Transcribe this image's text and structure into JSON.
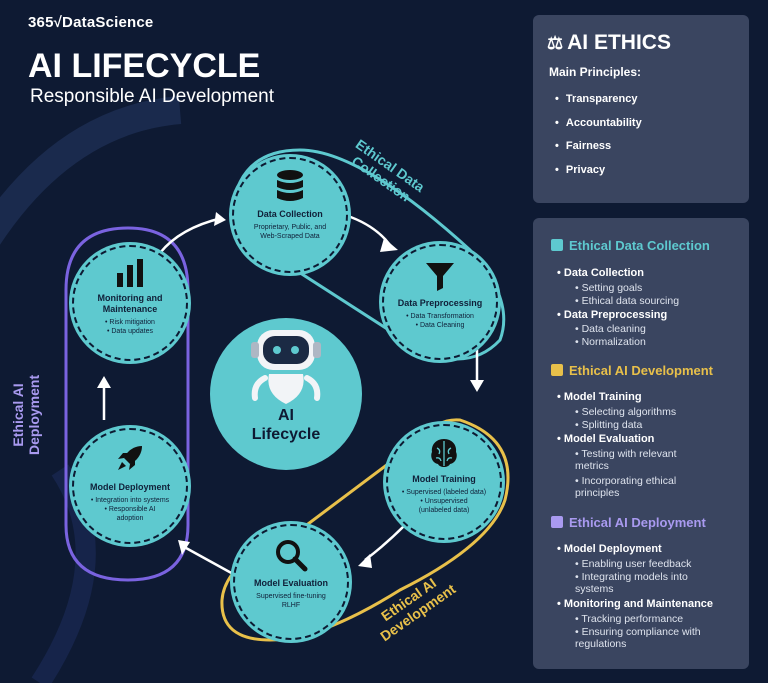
{
  "brand": {
    "logo": "365√DataScience"
  },
  "header": {
    "title": "AI LIFECYCLE",
    "subtitle": "Responsible AI Development"
  },
  "captions": {
    "ethical_data_collection": "Ethical Data\nCollection",
    "ethical_ai_deployment": "Ethical AI\nDeployment",
    "ethical_ai_development": "Ethical AI\nDevelopment"
  },
  "center": {
    "label": "AI\nLifecycle"
  },
  "nodes": {
    "data_collection": {
      "title": "Data Collection",
      "desc": "Proprietary, Public, and\nWeb-Scraped Data"
    },
    "data_preprocessing": {
      "title": "Data Preprocessing",
      "desc": "• Data Transformation\n• Data Cleaning"
    },
    "model_training": {
      "title": "Model Training",
      "desc": "• Supervised (labeled data)\n• Unsupervised\n(unlabeled data)"
    },
    "model_evaluation": {
      "title": "Model Evaluation",
      "desc": "Supervised fine-tuning\nRLHF"
    },
    "model_deployment": {
      "title": "Model Deployment",
      "desc": "• Integration into systems\n• Responsible AI\nadoption"
    },
    "monitoring": {
      "title": "Monitoring and\nMaintenance",
      "desc": "• Risk mitigation\n• Data updates"
    }
  },
  "ethics": {
    "title": "AI ETHICS",
    "subtitle": "Main Principles:",
    "principles": [
      "Transparency",
      "Accountability",
      "Fairness",
      "Privacy"
    ]
  },
  "sections": {
    "collection": {
      "title": "Ethical Data Collection",
      "items": [
        {
          "label": "Data Collection",
          "subs": [
            "Setting goals",
            "Ethical data sourcing"
          ]
        },
        {
          "label": "Data Preprocessing",
          "subs": [
            "Data cleaning",
            "Normalization"
          ]
        }
      ]
    },
    "development": {
      "title": "Ethical AI Development",
      "items": [
        {
          "label": "Model Training",
          "subs": [
            "Selecting algorithms",
            "Splitting data"
          ]
        },
        {
          "label": "Model Evaluation",
          "subs": [
            "Testing with relevant\nmetrics",
            "Incorporating ethical\nprinciples"
          ]
        }
      ]
    },
    "deployment": {
      "title": "Ethical AI Deployment",
      "items": [
        {
          "label": "Model Deployment",
          "subs": [
            "Enabling user feedback",
            "Integrating models into\nsystems"
          ]
        },
        {
          "label": "Monitoring and Maintenance",
          "subs": [
            "Tracking performance",
            "Ensuring compliance with\nregulations"
          ]
        }
      ]
    }
  },
  "colors": {
    "teal": "#5ec9cf",
    "purple": "#7a63e0",
    "yellow": "#e8c04a",
    "panel": "#3a4560",
    "background": "#0e1a33"
  }
}
